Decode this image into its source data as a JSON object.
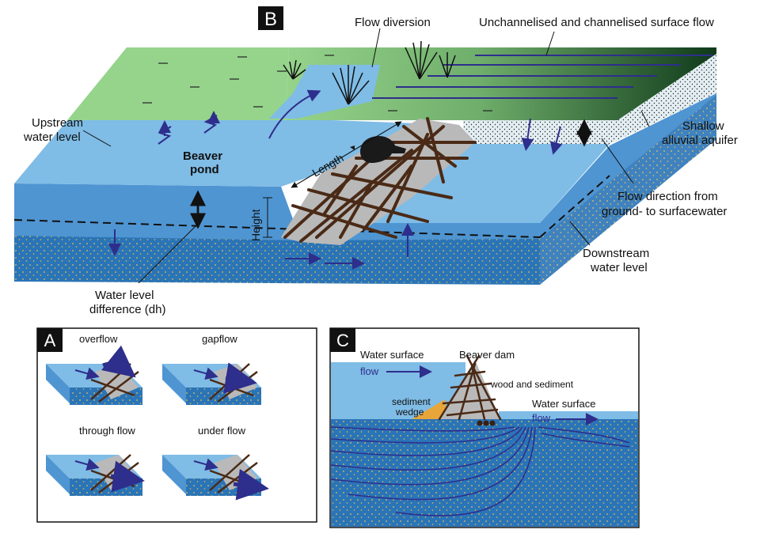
{
  "panel_b": {
    "badge": "B",
    "labels": {
      "flow_diversion": "Flow diversion",
      "surface_flow": "Unchannelised and channelised surface flow",
      "upstream_1": "Upstream",
      "upstream_2": "water level",
      "shallow_1": "Shallow",
      "shallow_2": "alluvial aquifer",
      "pond_1": "Beaver",
      "pond_2": "pond",
      "length": "Length",
      "height": "Height",
      "flowdir_1": "Flow direction from",
      "flowdir_2": "ground- to surfacewater",
      "downstream_1": "Downstream",
      "downstream_2": "water level",
      "dh_1": "Water level",
      "dh_2": "difference (dh)"
    }
  },
  "panel_a": {
    "badge": "A",
    "labels": {
      "overflow": "overflow",
      "gapflow": "gapflow",
      "through": "through flow",
      "under": "under flow"
    }
  },
  "panel_c": {
    "badge": "C",
    "labels": {
      "ws_left": "Water surface",
      "flow_left": "flow",
      "dam": "Beaver dam",
      "wood": "wood and sediment",
      "sed_1": "sediment",
      "sed_2": "wedge",
      "ws_right": "Water surface",
      "flow_right": "flow"
    }
  },
  "colors": {
    "water": "#7fbce6",
    "water_dark": "#4f95d2",
    "aquifer": "#2a74b8",
    "grass": "#8fcf86",
    "grass_dark": "#0f3a1a",
    "wood": "#4a2a16",
    "arrow": "#2e2e8c"
  }
}
